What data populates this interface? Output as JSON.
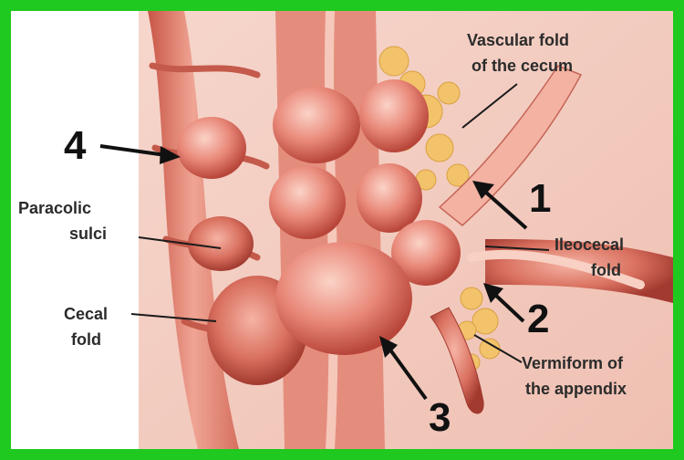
{
  "labels": {
    "vascular_fold_line1": "Vascular fold",
    "vascular_fold_line2": "of the cecum",
    "paracolic_line1": "Paracolic",
    "paracolic_line2": "sulci",
    "cecal_fold_line1": "Cecal",
    "cecal_fold_line2": "fold",
    "ileocecal_line1": "Ileocecal",
    "ileocecal_line2": "fold",
    "vermiform_line1": "Vermiform of",
    "vermiform_line2": "the appendix"
  },
  "numbers": {
    "n1": "1",
    "n2": "2",
    "n3": "3",
    "n4": "4"
  },
  "colors": {
    "border": "#1fc91f",
    "tissue_base": "#e9897a",
    "tissue_dark": "#b8463a",
    "tissue_light": "#f7c4b6",
    "fat": "#f2c36b"
  }
}
